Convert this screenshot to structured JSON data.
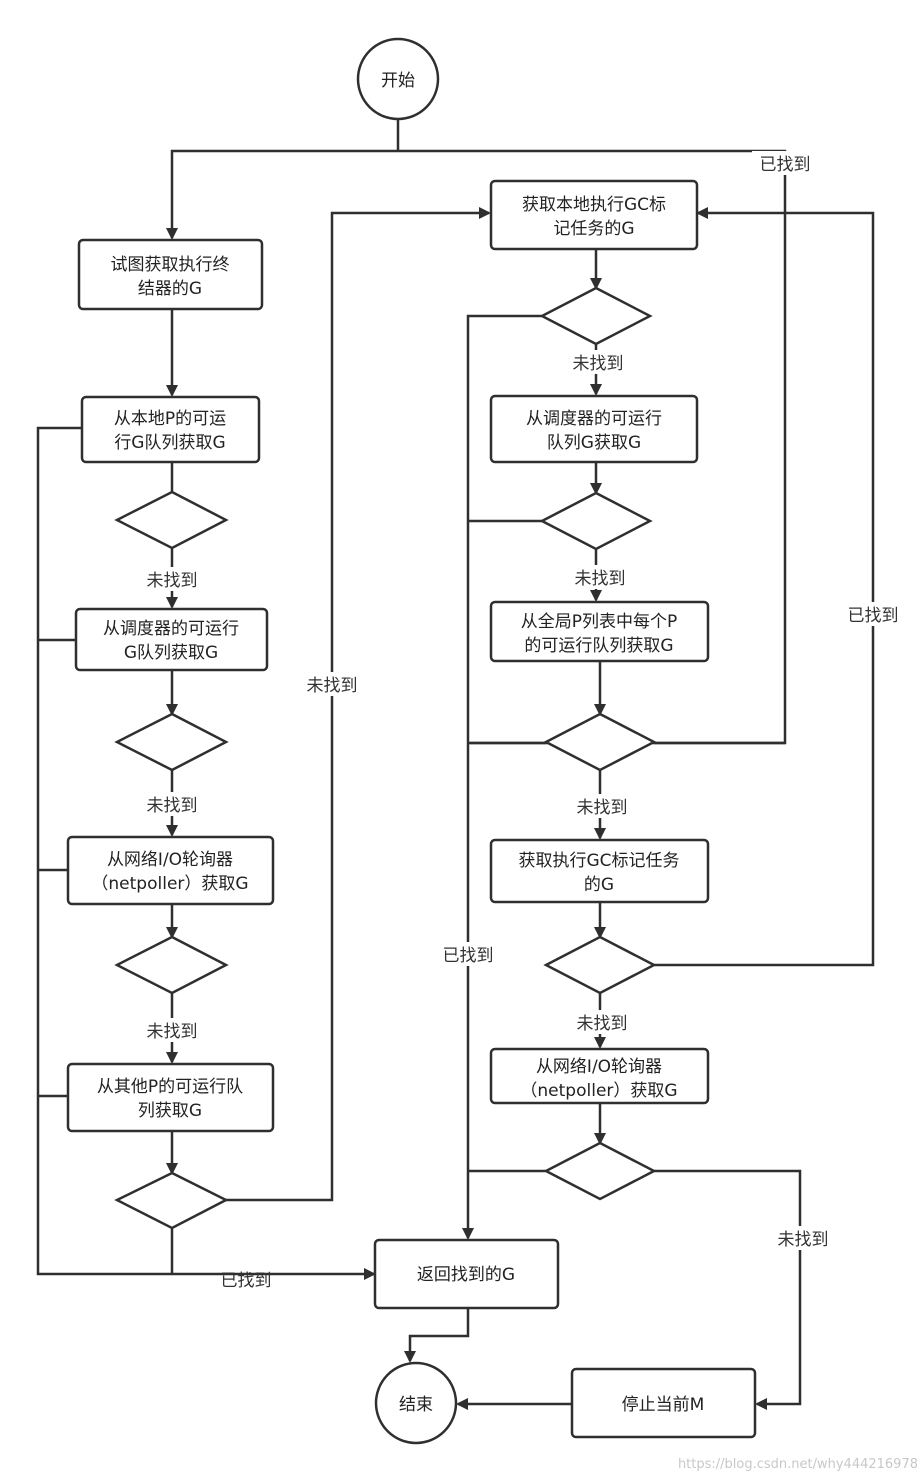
{
  "nodes": {
    "start": "开始",
    "finalizer": [
      "试图获取执行终",
      "结器的G"
    ],
    "local_p": [
      "从本地P的可运",
      "行G队列获取G"
    ],
    "sched_1": [
      "从调度器的可运行",
      "G队列获取G"
    ],
    "netpoll_1": [
      "从网络I/O轮询器",
      "（netpoller）获取G"
    ],
    "steal": [
      "从其他P的可运行队",
      "列获取G"
    ],
    "gc_1": [
      "获取本地执行GC标",
      "记任务的G"
    ],
    "sched_2": [
      "从调度器的可运行",
      "队列G获取G"
    ],
    "all_p": [
      "从全局P列表中每个P",
      "的可运行队列获取G"
    ],
    "gc_2": [
      "获取执行GC标记任务",
      "的G"
    ],
    "netpoll_2": [
      "从网络I/O轮询器",
      "（netpoller）获取G"
    ],
    "return_g": "返回找到的G",
    "stop_m": "停止当前M",
    "end": "结束"
  },
  "labels": {
    "found": "已找到",
    "not_found": "未找到"
  },
  "watermark": "https://blog.csdn.net/why444216978"
}
